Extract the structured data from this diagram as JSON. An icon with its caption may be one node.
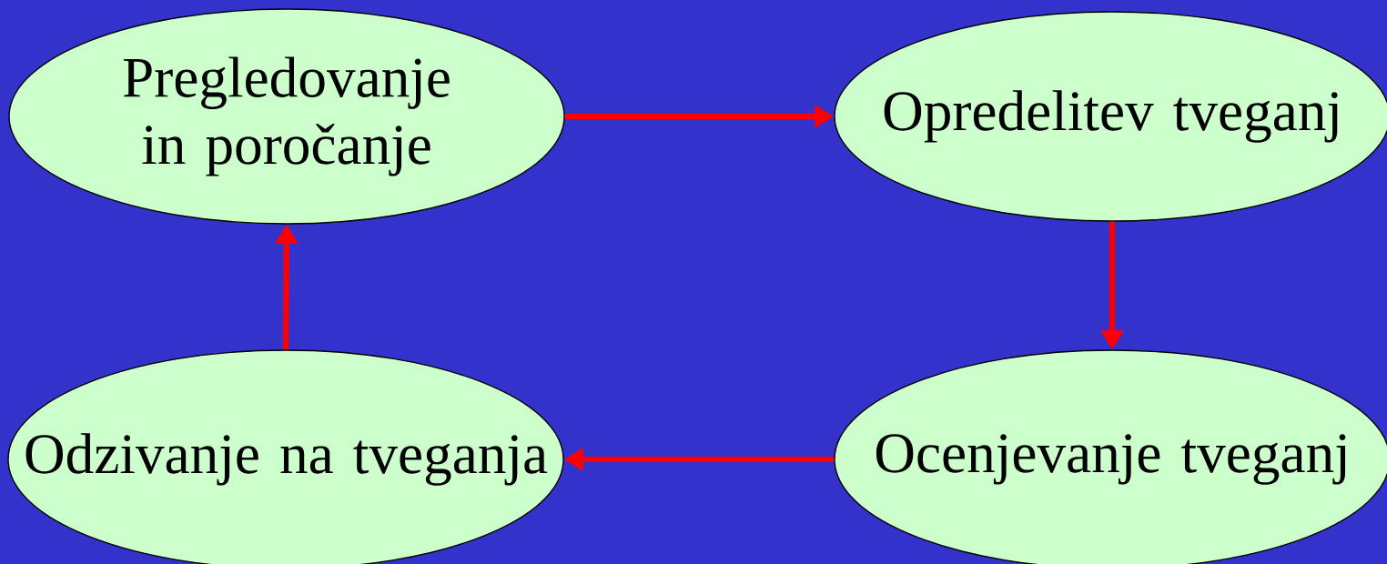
{
  "diagram": {
    "nodes": [
      {
        "text": [
          "Pregledovanje in poročanje"
        ]
      },
      {
        "text": [
          "Opredelitev tveganj"
        ]
      },
      {
        "text": [
          "Ocenjevanje tveganj"
        ]
      },
      {
        "text": [
          "Odzivanje na tveganja"
        ]
      }
    ],
    "edges": [
      {
        "from": 0,
        "to": 1,
        "arrow": "to"
      },
      {
        "from": 1,
        "to": 2,
        "arrow": "to"
      },
      {
        "from": 2,
        "to": 3,
        "arrow": "to"
      },
      {
        "from": 3,
        "to": 0,
        "arrow": "to"
      }
    ]
  }
}
